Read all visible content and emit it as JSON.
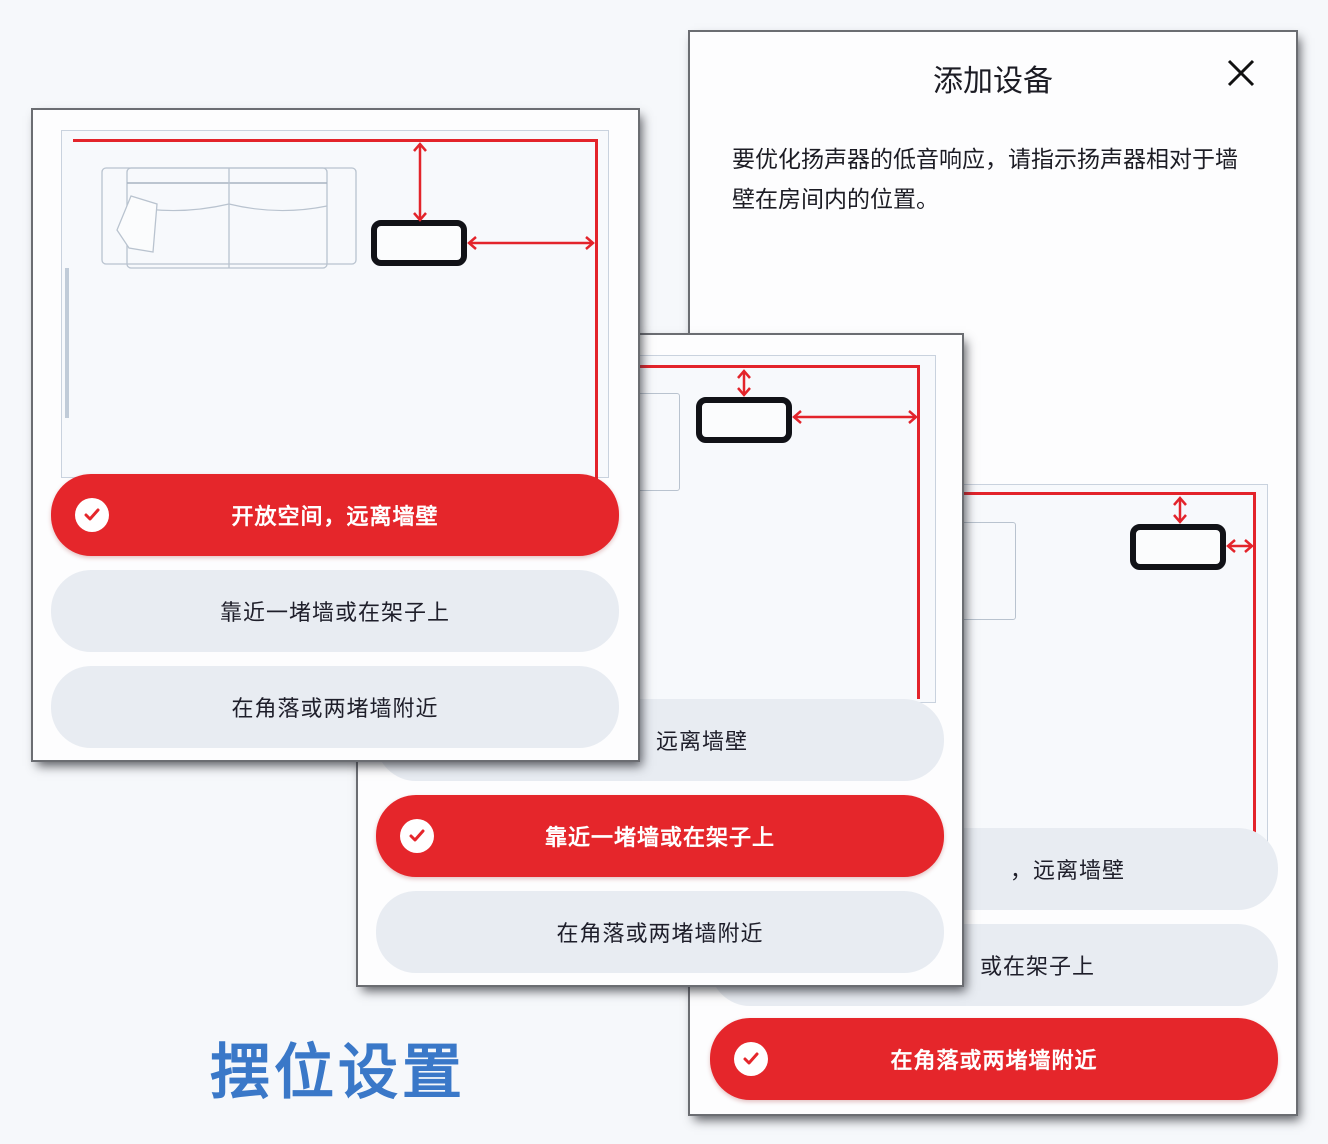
{
  "dialog": {
    "title": "添加设备",
    "close_icon": "close-icon",
    "description": "要优化扬声器的低音响应，请指示扬声器相对于墙壁在房间内的位置。"
  },
  "options": [
    {
      "label": "开放空间，远离墙壁"
    },
    {
      "label": "靠近一堵墙或在架子上"
    },
    {
      "label": "在角落或两堵墙附近"
    }
  ],
  "panels": [
    {
      "name": "open-space",
      "selected_index": 0,
      "visible_labels": [
        "开放空间，远离墙壁",
        "靠近一堵墙或在架子上",
        "在角落或两堵墙附近"
      ]
    },
    {
      "name": "near-wall",
      "selected_index": 1,
      "visible_labels": [
        "远离墙壁",
        "靠近一堵墙或在架子上",
        "在角落或两堵墙附近"
      ]
    },
    {
      "name": "corner",
      "selected_index": 2,
      "visible_labels": [
        "，远离墙壁",
        "或在架子上",
        "在角落或两堵墙附近"
      ]
    }
  ],
  "caption": "摆位设置",
  "colors": {
    "accent_red": "#e5262b",
    "option_bg": "#e8ecf2",
    "caption_blue": "#3a78c8",
    "speaker_outline": "#111217"
  }
}
